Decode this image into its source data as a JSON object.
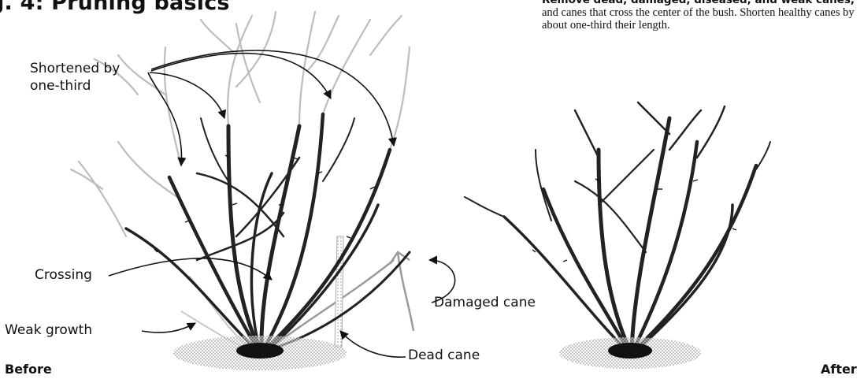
{
  "figure": {
    "title": "g. 4: Pruning basics",
    "caption": {
      "bold_part": "Remove dead, damaged, diseased, and weak canes,",
      "normal_part": "and canes that cross the center of the bush. Shorten healthy canes by about one-third their length."
    },
    "labels": {
      "shortened": "Shortened by one-third",
      "crossing": "Crossing",
      "weak_growth": "Weak growth",
      "damaged_cane": "Damaged cane",
      "dead_cane": "Dead cane"
    },
    "panels": {
      "before": "Before",
      "after": "After"
    },
    "colors": {
      "ink": "#1a1a1a",
      "faded_cane": "#b8b8b8",
      "stipple": "#8a8a8a"
    }
  }
}
